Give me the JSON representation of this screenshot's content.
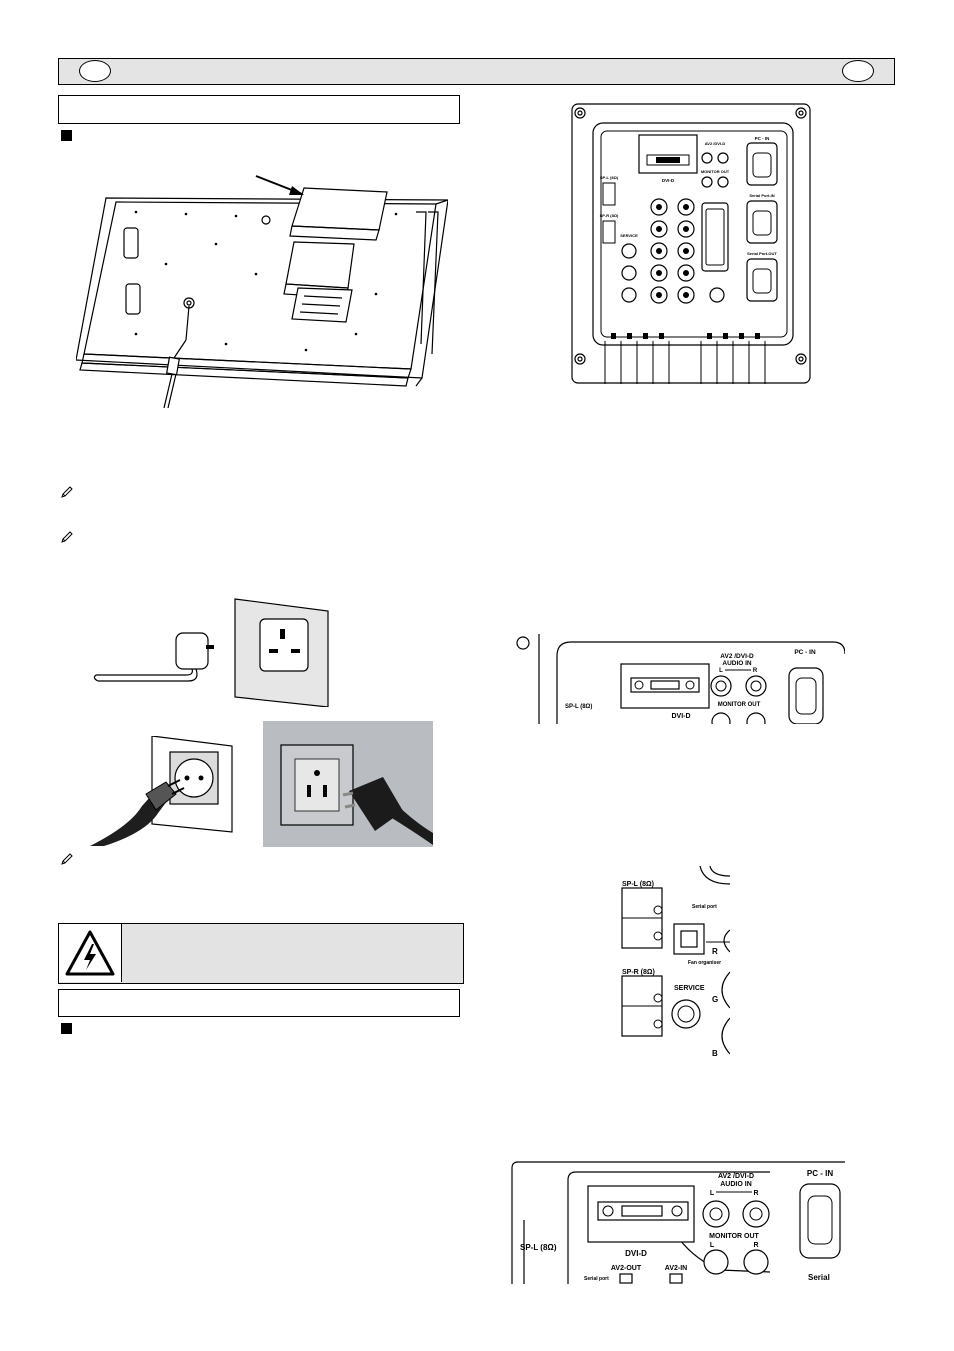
{
  "header": {
    "title": ""
  },
  "sections": [
    {
      "heading": "",
      "bullet_text": ""
    },
    {
      "heading": "",
      "bullet_text": ""
    }
  ],
  "warning": {
    "icon": "high-voltage-warning-icon",
    "text": ""
  },
  "notes": {
    "icon": "pencil-note-icon"
  },
  "connector_labels": {
    "dvi": "DVI-D",
    "av2_audio": "AV2 /DVI-D",
    "audio_in": "AUDIO  IN",
    "monitor_out": "MONITOR OUT",
    "pc_in": "PC - IN",
    "left": "L",
    "right": "R",
    "sp_l": "SP-L (8Ω)",
    "sp_r": "SP-R (8Ω)",
    "service": "SERVICE",
    "serial_port": "Serial port",
    "fan_organiser": "Fan organiser",
    "serial": "Serial",
    "av2_out": "AV2-OUT",
    "av2_in": "AV2-IN",
    "r": "R",
    "g": "G",
    "b": "B",
    "serial_port_in": "Serial Port-IN",
    "serial_port_out": "Serial Port-OUT"
  }
}
